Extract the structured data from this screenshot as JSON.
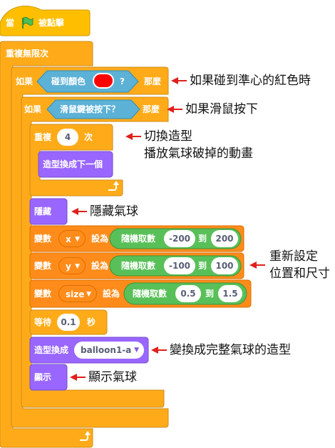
{
  "colors": {
    "control": "#ffab19",
    "control_border": "#cf8b17",
    "events": "#ffbf00",
    "sensing": "#5cb1d6",
    "looks": "#9966ff",
    "looks_border": "#774dcb",
    "variables": "#ff8c1a",
    "operators": "#59c059",
    "annotation_arrow": "#e0201b",
    "target_color": "#ff0000"
  },
  "script": {
    "hat": {
      "prefix": "當",
      "icon": "green-flag-icon",
      "suffix": "被點擊"
    },
    "forever": {
      "label": "重複無限次",
      "loop_icon": "loop-arrow-icon"
    },
    "if1": {
      "if_label": "如果",
      "condition": "碰到顏色",
      "q": "?",
      "then_label": "那麼"
    },
    "if2": {
      "if_label": "如果",
      "condition": "滑鼠鍵被按下？",
      "then_label": "那麼"
    },
    "repeat": {
      "label": "重複",
      "count": "4",
      "times": "次"
    },
    "next_costume": {
      "label": "造型換成下一個"
    },
    "hide": {
      "label": "隱藏"
    },
    "set_x": {
      "label": "變數",
      "var": "x",
      "set_to": "設為",
      "op": "隨機取數",
      "from": "-200",
      "to_label": "到",
      "to": "200"
    },
    "set_y": {
      "label": "變數",
      "var": "y",
      "set_to": "設為",
      "op": "隨機取數",
      "from": "-100",
      "to_label": "到",
      "to": "100"
    },
    "set_size": {
      "label": "變數",
      "var": "size",
      "set_to": "設為",
      "op": "隨機取數",
      "from": "0.5",
      "to_label": "到",
      "to": "1.5"
    },
    "wait": {
      "label": "等待",
      "value": "0.1",
      "unit": "秒"
    },
    "switch_costume": {
      "label": "造型換成",
      "costume": "balloon1-a"
    },
    "show": {
      "label": "顯示"
    }
  },
  "annotations": {
    "a1": "如果碰到準心的紅色時",
    "a2": "如果滑鼠按下",
    "a3_line1": "切換造型",
    "a3_line2": "播放氣球破掉的動畫",
    "a4": "隱藏氣球",
    "a5_line1": "重新設定",
    "a5_line2": "位置和尺寸",
    "a6": "變換成完整氣球的造型",
    "a7": "顯示氣球"
  }
}
